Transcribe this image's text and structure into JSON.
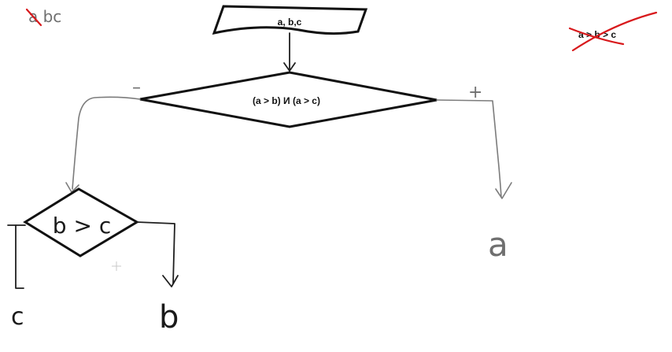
{
  "flowchart": {
    "input_block": {
      "text": "a, b,c"
    },
    "main_condition": {
      "text": "(a > b)   И   (a > c)"
    },
    "branch_false_sign": "–",
    "branch_true_sign": "+",
    "true_result": "a",
    "sub_condition": {
      "text": "b > c"
    },
    "sub_false_result": "c",
    "sub_true_result": "b"
  },
  "annotations": {
    "top_left_scribble": "a  bc",
    "top_right_crossed_text": "a > b > c",
    "cross_color": "#d8191c"
  }
}
